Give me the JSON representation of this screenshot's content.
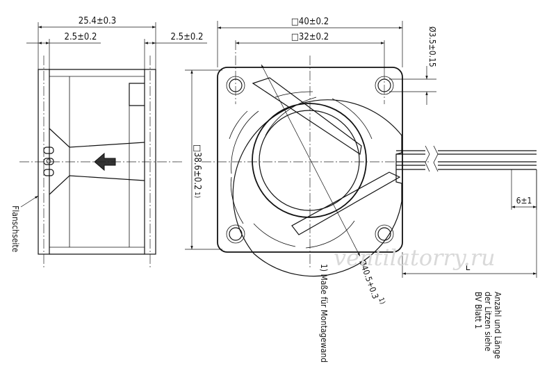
{
  "dimensions": {
    "depth": "25.4±0.3",
    "flange_left": "2.5±0.2",
    "flange_right": "2.5±0.2",
    "frame_size": "□40±0.2",
    "hole_spacing": "□32±0.2",
    "hole_dia": "Ø3.5±0.15",
    "mount_size": "□38.6±0.2",
    "mount_note_ref": "1)",
    "venturi_dia": "Ø40.5+0.3",
    "venturi_note_ref": "1)",
    "wire_strip": "6±1",
    "lead_length": "L"
  },
  "labels": {
    "flange_side": "Flanschseite",
    "footnote": "1) Maße für Montagewand",
    "leads_note_1": "Anzahl und Länge",
    "leads_note_2": "der Litzen siehe",
    "leads_note_3": "BV Blatt 1"
  },
  "watermark": "ventilatorry.ru"
}
